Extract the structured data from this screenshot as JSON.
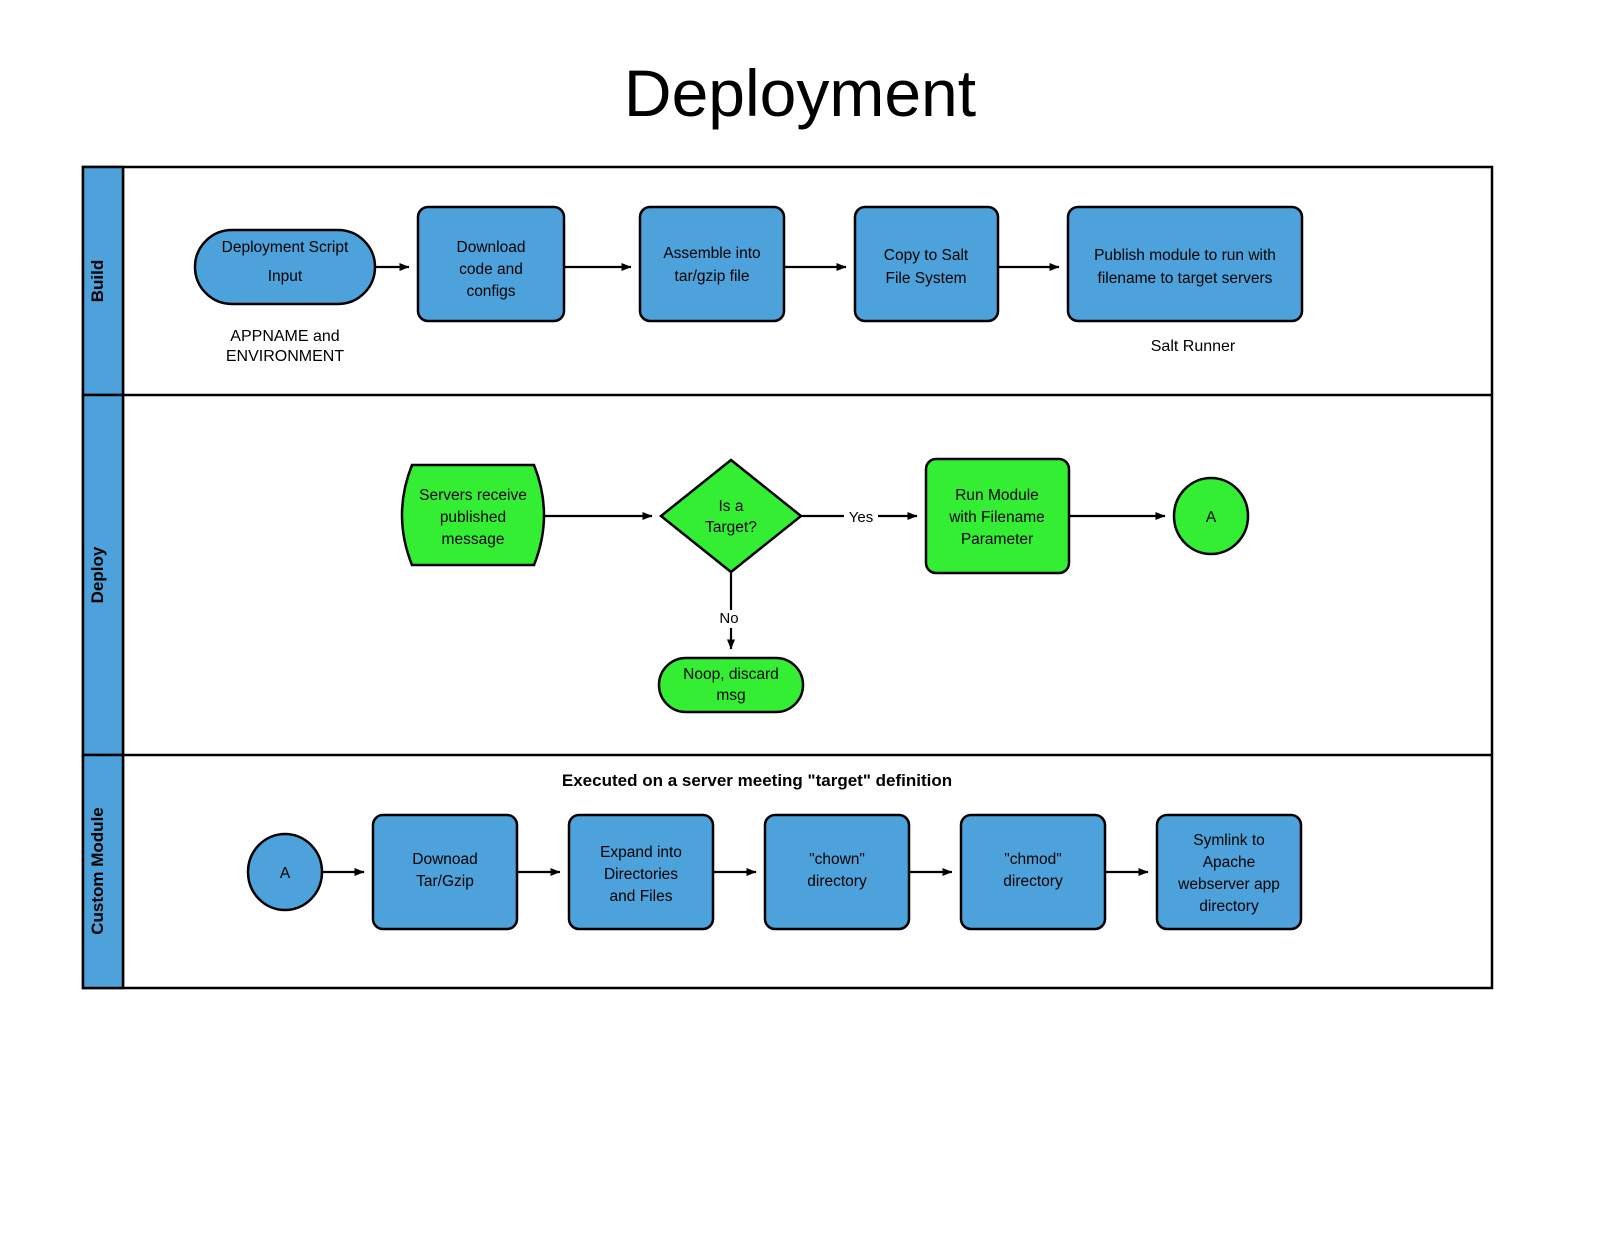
{
  "title": "Deployment",
  "colors": {
    "lane_header_fill": "#4DA2DB",
    "blue_node_fill": "#4DA2DB",
    "green_node_fill": "#33EE33",
    "stroke": "#000000",
    "canvas": "#FFFFFF"
  },
  "lanes": [
    {
      "id": "build",
      "label": "Build"
    },
    {
      "id": "deploy",
      "label": "Deploy"
    },
    {
      "id": "custom_module",
      "label": "Custom Module"
    }
  ],
  "build": {
    "nodes": [
      {
        "id": "b1",
        "shape": "stadium",
        "color": "blue",
        "lines": [
          "Deployment Script",
          "Input"
        ]
      },
      {
        "id": "b2",
        "shape": "rounded-rect",
        "color": "blue",
        "lines": [
          "Download",
          "code and",
          "configs"
        ]
      },
      {
        "id": "b3",
        "shape": "rounded-rect",
        "color": "blue",
        "lines": [
          "Assemble into",
          "tar/gzip file"
        ]
      },
      {
        "id": "b4",
        "shape": "rounded-rect",
        "color": "blue",
        "lines": [
          "Copy to Salt",
          "File System"
        ]
      },
      {
        "id": "b5",
        "shape": "rounded-rect",
        "color": "blue",
        "lines": [
          "Publish module to run with",
          "filename to target servers"
        ]
      }
    ],
    "captions": [
      {
        "id": "b1_caption",
        "lines": [
          "APPNAME and",
          "ENVIRONMENT"
        ]
      },
      {
        "id": "b5_caption",
        "lines": [
          "Salt Runner"
        ]
      }
    ],
    "edges": [
      {
        "from": "b1",
        "to": "b2",
        "label": ""
      },
      {
        "from": "b2",
        "to": "b3",
        "label": ""
      },
      {
        "from": "b3",
        "to": "b4",
        "label": ""
      },
      {
        "from": "b4",
        "to": "b5",
        "label": ""
      }
    ]
  },
  "deploy": {
    "nodes": [
      {
        "id": "d1",
        "shape": "curved-rect",
        "color": "green",
        "lines": [
          "Servers receive",
          "published",
          "message"
        ]
      },
      {
        "id": "d2",
        "shape": "diamond",
        "color": "green",
        "lines": [
          "Is a",
          "Target?"
        ]
      },
      {
        "id": "d3",
        "shape": "rounded-rect",
        "color": "green",
        "lines": [
          "Run Module",
          "with Filename",
          "Parameter"
        ]
      },
      {
        "id": "d4",
        "shape": "circle",
        "color": "green",
        "lines": [
          "A"
        ]
      },
      {
        "id": "d5",
        "shape": "stadium",
        "color": "green",
        "lines": [
          "Noop, discard",
          "msg"
        ]
      }
    ],
    "edges": [
      {
        "from": "d1",
        "to": "d2",
        "label": ""
      },
      {
        "from": "d2",
        "to": "d3",
        "label": "Yes"
      },
      {
        "from": "d3",
        "to": "d4",
        "label": ""
      },
      {
        "from": "d2",
        "to": "d5",
        "label": "No"
      }
    ]
  },
  "custom_module": {
    "note": "Executed on a server meeting \"target\" definition",
    "nodes": [
      {
        "id": "c1",
        "shape": "circle",
        "color": "blue",
        "lines": [
          "A"
        ]
      },
      {
        "id": "c2",
        "shape": "rounded-rect",
        "color": "blue",
        "lines": [
          "Downoad",
          "Tar/Gzip"
        ]
      },
      {
        "id": "c3",
        "shape": "rounded-rect",
        "color": "blue",
        "lines": [
          "Expand into",
          "Directories",
          "and Files"
        ]
      },
      {
        "id": "c4",
        "shape": "rounded-rect",
        "color": "blue",
        "lines": [
          "\"chown\"",
          "directory"
        ]
      },
      {
        "id": "c5",
        "shape": "rounded-rect",
        "color": "blue",
        "lines": [
          "\"chmod\"",
          "directory"
        ]
      },
      {
        "id": "c6",
        "shape": "rounded-rect",
        "color": "blue",
        "lines": [
          "Symlink to",
          "Apache",
          "webserver app",
          "directory"
        ]
      }
    ],
    "edges": [
      {
        "from": "c1",
        "to": "c2",
        "label": ""
      },
      {
        "from": "c2",
        "to": "c3",
        "label": ""
      },
      {
        "from": "c3",
        "to": "c4",
        "label": ""
      },
      {
        "from": "c4",
        "to": "c5",
        "label": ""
      },
      {
        "from": "c5",
        "to": "c6",
        "label": ""
      }
    ]
  }
}
